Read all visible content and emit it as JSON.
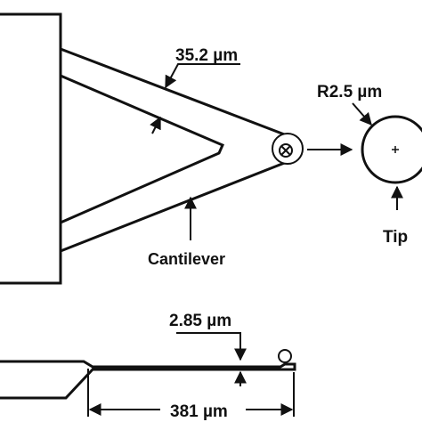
{
  "labels": {
    "width": "35.2 µm",
    "radius": "R2.5 µm",
    "tip": "Tip",
    "cantilever": "Cantilever",
    "thickness": "2.85 µm",
    "length": "381 µm"
  }
}
